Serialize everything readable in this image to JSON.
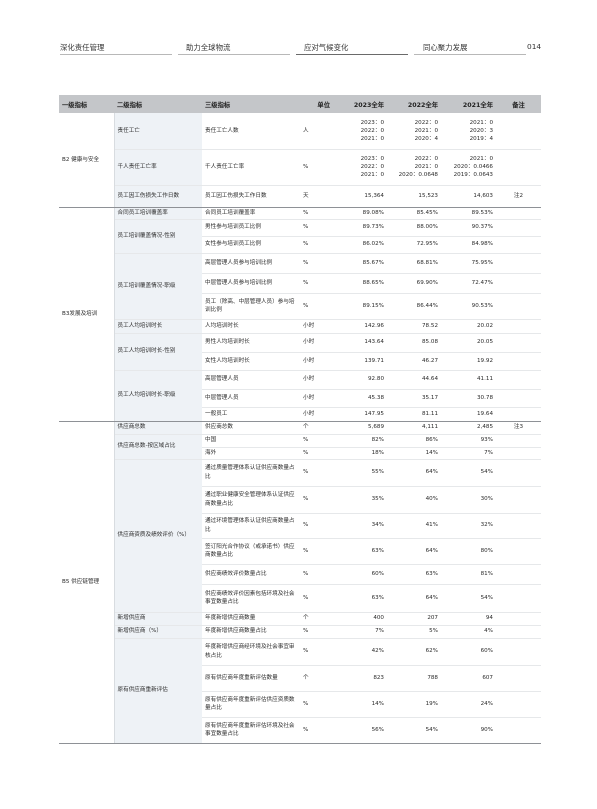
{
  "nav": {
    "items": [
      "深化责任管理",
      "助力全球物流",
      "应对气候变化",
      "同心聚力发展"
    ],
    "page_number": "014"
  },
  "table": {
    "headers": [
      "一级指标",
      "二级指标",
      "三级指标",
      "单位",
      "2023全年",
      "2022全年",
      "2021全年",
      "备注"
    ],
    "groups": [
      {
        "label": "B2 健康与安全",
        "rows": [
          {
            "l2": "责任工亡",
            "l3": "责任工亡人数",
            "unit": "人",
            "v": [
              [
                "2023：0",
                "2022：0",
                "2021：0"
              ],
              [
                "2022：0",
                "2021：0",
                "2020：4"
              ],
              [
                "2021：0",
                "2020：3",
                "2019：4"
              ]
            ],
            "note": "",
            "h": 36
          },
          {
            "l2": "千人责任工亡率",
            "l3": "千人责任工亡率",
            "unit": "%",
            "v": [
              [
                "2023：0",
                "2022：0",
                "2021：0"
              ],
              [
                "2022：0",
                "2021：0",
                "2020：0.0648"
              ],
              [
                "2021：0",
                "2020：0.0466",
                "2019：0.0643"
              ]
            ],
            "note": "",
            "h": 36
          },
          {
            "l2": "员工因工伤损失工作日数",
            "l3": "员工因工伤损失工作日数",
            "unit": "天",
            "v": [
              "15,364",
              "15,523",
              "14,603"
            ],
            "note": "注2",
            "h": 22
          }
        ]
      },
      {
        "label": "B3发展及培训",
        "rows": [
          {
            "l2": "合同员工培训覆盖率",
            "l3": "合同员工培训覆盖率",
            "unit": "%",
            "v": [
              "89.08%",
              "85.45%",
              "89.53%"
            ],
            "note": "",
            "h": 12
          },
          {
            "l2": "员工培训覆盖情况-性别",
            "l3": "男性参与培训员工比例",
            "unit": "%",
            "v": [
              "89.73%",
              "88.00%",
              "90.37%"
            ],
            "note": "",
            "h": 17
          },
          {
            "l3": "女性参与培训员工比例",
            "unit": "%",
            "v": [
              "86.02%",
              "72.95%",
              "84.98%"
            ],
            "note": "",
            "h": 17
          },
          {
            "l2": "员工培训覆盖情况-职级",
            "l3": "高层管理人员参与培训比例",
            "unit": "%",
            "v": [
              "85.67%",
              "68.81%",
              "75.95%"
            ],
            "note": "",
            "h": 20
          },
          {
            "l3": "中层管理人员参与培训比例",
            "unit": "%",
            "v": [
              "88.65%",
              "69.90%",
              "72.47%"
            ],
            "note": "",
            "h": 20
          },
          {
            "l3": "员工（除高、中层管理人员）参与培训比例",
            "unit": "%",
            "v": [
              "89.15%",
              "86.44%",
              "90.53%"
            ],
            "note": "",
            "h": 26
          },
          {
            "l2": "员工人均培训时长",
            "l3": "人均培训时长",
            "unit": "小时",
            "v": [
              "142.96",
              "78.52",
              "20.02"
            ],
            "note": "",
            "h": 14
          },
          {
            "l2": "员工人均培训时长-性别",
            "l3": "男性人均培训时长",
            "unit": "小时",
            "v": [
              "143.64",
              "85.08",
              "20.05"
            ],
            "note": "",
            "h": 19
          },
          {
            "l3": "女性人均培训时长",
            "unit": "小时",
            "v": [
              "139.71",
              "46.27",
              "19.92"
            ],
            "note": "",
            "h": 18
          },
          {
            "l2": "员工人均培训时长-职级",
            "l3": "高层管理人员",
            "unit": "小时",
            "v": [
              "92.80",
              "44.64",
              "41.11"
            ],
            "note": "",
            "h": 19
          },
          {
            "l3": "中层管理人员",
            "unit": "小时",
            "v": [
              "45.38",
              "35.17",
              "30.78"
            ],
            "note": "",
            "h": 18
          },
          {
            "l3": "一般员工",
            "unit": "小时",
            "v": [
              "147.95",
              "81.11",
              "19.64"
            ],
            "note": "",
            "h": 14
          }
        ]
      },
      {
        "label": "B5 供应链管理",
        "rows": [
          {
            "l2": "供应商总数",
            "l3": "供应商总数",
            "unit": "个",
            "v": [
              "5,689",
              "4,111",
              "2,485"
            ],
            "note": "注3",
            "h": 13
          },
          {
            "l2": "供应商总数-按区域占比",
            "l3": "中国",
            "unit": "%",
            "v": [
              "82%",
              "86%",
              "93%"
            ],
            "note": "",
            "h": 13
          },
          {
            "l3": "海外",
            "unit": "%",
            "v": [
              "18%",
              "14%",
              "7%"
            ],
            "note": "",
            "h": 12
          },
          {
            "l2": "供应商资质及绩效评价（%）",
            "l3": "通过质量管理体系认证供应商数量占比",
            "unit": "%",
            "v": [
              "55%",
              "64%",
              "54%"
            ],
            "note": "",
            "h": 27
          },
          {
            "l3": "通过职业健康安全管理体系认证供应商数量占比",
            "unit": "%",
            "v": [
              "35%",
              "40%",
              "30%"
            ],
            "note": "",
            "h": 27
          },
          {
            "l3": "通过环境管理体系认证供应商数量占比",
            "unit": "%",
            "v": [
              "34%",
              "41%",
              "32%"
            ],
            "note": "",
            "h": 25
          },
          {
            "l3": "签订阳光合作协议（或承诺书）供应商数量占比",
            "unit": "%",
            "v": [
              "63%",
              "64%",
              "80%"
            ],
            "note": "",
            "h": 26
          },
          {
            "l3": "供应商绩效评价数量占比",
            "unit": "%",
            "v": [
              "60%",
              "63%",
              "81%"
            ],
            "note": "",
            "h": 20
          },
          {
            "l3": "供应商绩效评价因素包括环境及社会事宜数量占比",
            "unit": "%",
            "v": [
              "63%",
              "64%",
              "54%"
            ],
            "note": "",
            "h": 28
          },
          {
            "l2": "新增供应商",
            "l3": "年度新增供应商数量",
            "unit": "个",
            "v": [
              "400",
              "207",
              "94"
            ],
            "note": "",
            "h": 13
          },
          {
            "l2": "新增供应商（%）",
            "l3": "年度新增供应商数量占比",
            "unit": "%",
            "v": [
              "7%",
              "5%",
              "4%"
            ],
            "note": "",
            "h": 13
          },
          {
            "l2": "原有供应商重新评估",
            "l3": "年度新增供应商经环境及社会事宜审核占比",
            "unit": "%",
            "v": [
              "42%",
              "62%",
              "60%"
            ],
            "note": "",
            "h": 27
          },
          {
            "l3": "原有供应商年度重新评估数量",
            "unit": "个",
            "v": [
              "823",
              "788",
              "607"
            ],
            "note": "",
            "h": 26
          },
          {
            "l3": "原有供应商年度重新评估供应资质数量占比",
            "unit": "%",
            "v": [
              "14%",
              "19%",
              "24%"
            ],
            "note": "",
            "h": 26
          },
          {
            "l3": "原有供应商年度重新评估环境及社会事宜数量占比",
            "unit": "%",
            "v": [
              "56%",
              "54%",
              "90%"
            ],
            "note": "",
            "h": 26
          }
        ]
      }
    ]
  }
}
